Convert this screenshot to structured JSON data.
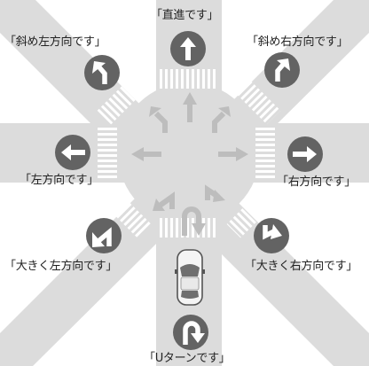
{
  "labels": {
    "straight": "「直進です」",
    "diag_left": "「斜め左方向です」",
    "diag_right": "「斜め右方向です」",
    "left": "「左方向です」",
    "right": "「右方向です」",
    "sharp_left": "「大きく左方向です」",
    "sharp_right": "「大きく右方向です」",
    "uturn": "「Uターンです」"
  },
  "icons": {
    "straight": "arrow-up-icon",
    "diag_left": "arrow-bear-left-icon",
    "diag_right": "arrow-bear-right-icon",
    "left": "arrow-left-icon",
    "right": "arrow-right-icon",
    "sharp_left": "arrow-sharp-left-icon",
    "sharp_right": "arrow-sharp-right-icon",
    "uturn": "u-turn-icon"
  },
  "colors": {
    "road": "#dcdcdc",
    "road_edge": "#eeeeee",
    "crosswalk": "#ffffff",
    "icon_fill": "#636363",
    "lane_arrow": "#bdbdbd"
  }
}
